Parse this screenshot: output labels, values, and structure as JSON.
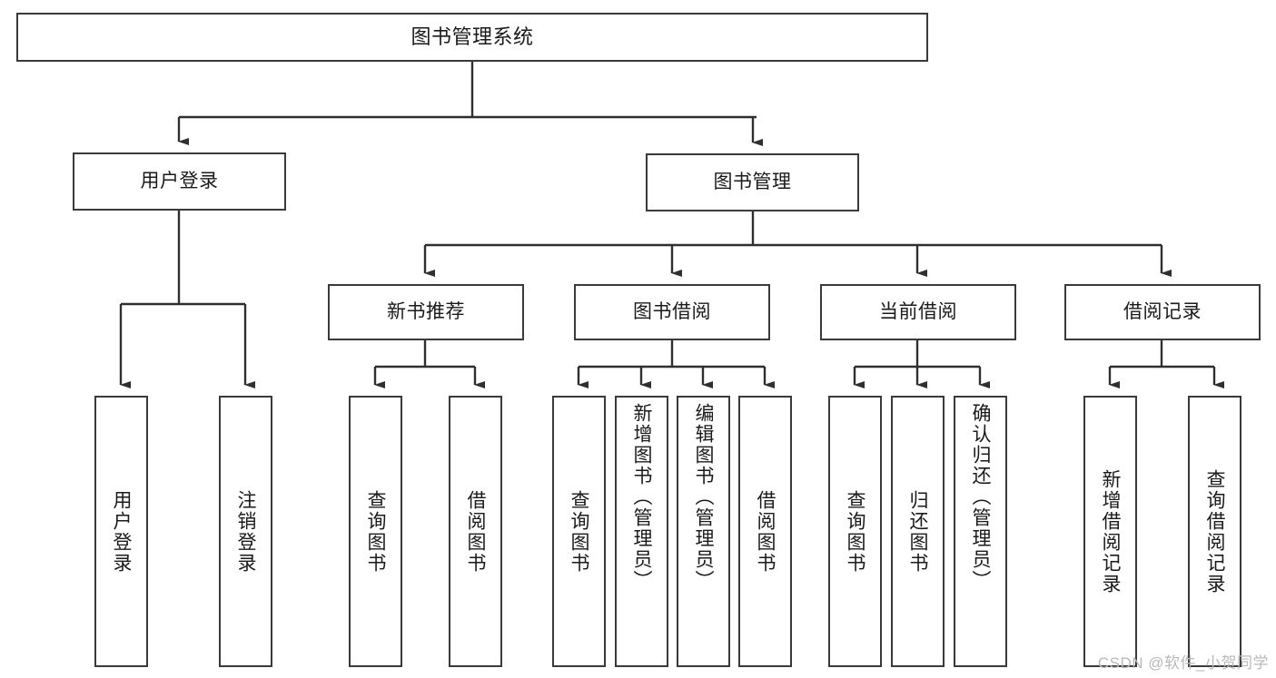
{
  "diagram": {
    "title": "图书管理系统",
    "type": "tree",
    "watermark": "CSDN @软件_小贺同学",
    "colors": {
      "box_border": "#3a3a3a",
      "box_fill": "#ffffff",
      "line": "#2f2f2f",
      "text": "#1a1a1a",
      "watermark": "#b9b9b9",
      "background": "#ffffff"
    },
    "root": {
      "label": "图书管理系统"
    },
    "level2": [
      {
        "label": "用户登录"
      },
      {
        "label": "图书管理"
      }
    ],
    "level3": [
      {
        "label": "新书推荐"
      },
      {
        "label": "图书借阅"
      },
      {
        "label": "当前借阅"
      },
      {
        "label": "借阅记录"
      }
    ],
    "leaves": {
      "user_login": [
        {
          "label": "用户登录"
        },
        {
          "label": "注销登录"
        }
      ],
      "new_book_recommend": [
        {
          "label": "查询图书"
        },
        {
          "label": "借阅图书"
        }
      ],
      "book_borrow": [
        {
          "label": "查询图书"
        },
        {
          "label": "新增图书（管理员）"
        },
        {
          "label": "编辑图书（管理员）"
        },
        {
          "label": "借阅图书"
        }
      ],
      "current_borrow": [
        {
          "label": "查询图书"
        },
        {
          "label": "归还图书"
        },
        {
          "label": "确认归还（管理员）"
        }
      ],
      "borrow_record": [
        {
          "label": "新增借阅记录"
        },
        {
          "label": "查询借阅记录"
        }
      ]
    }
  }
}
